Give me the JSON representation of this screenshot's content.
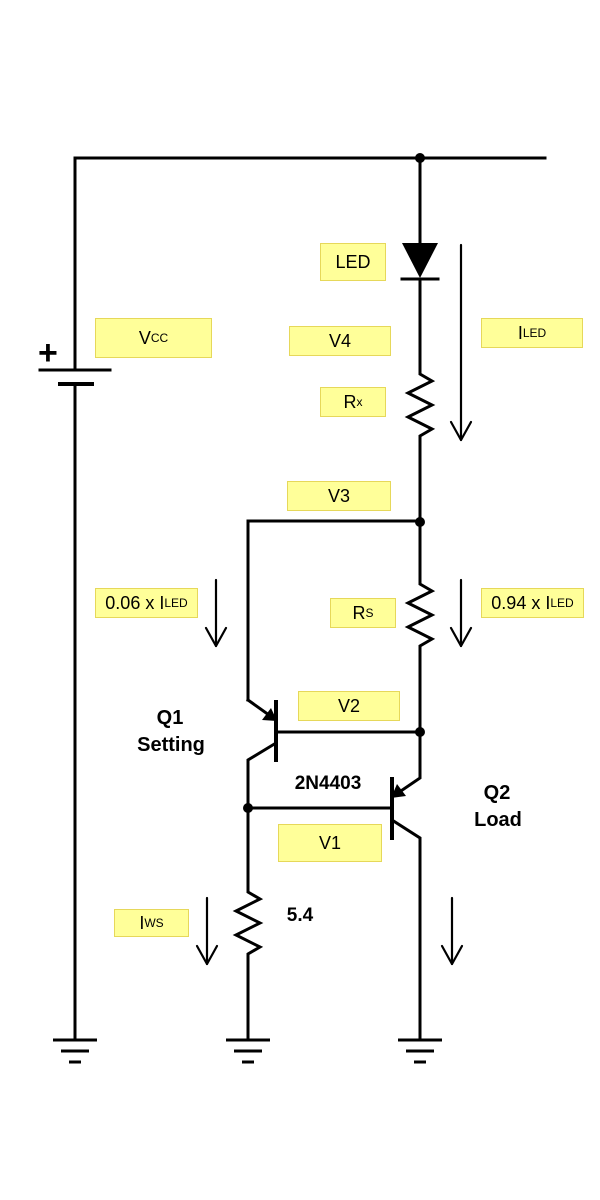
{
  "labels": {
    "led": "LED",
    "vcc_main": "V",
    "vcc_sub": "CC",
    "v4": "V4",
    "iled_main": "I",
    "iled_sub": "LED",
    "rx_main": "R",
    "rx_sub": "x",
    "v3": "V3",
    "i_q1_prefix": "0.06 x I",
    "i_q1_sub": "LED",
    "rs_main": "R",
    "rs_sub": "S",
    "i_rs_prefix": "0.94 x I",
    "i_rs_sub": "LED",
    "v2": "V2",
    "v1": "V1",
    "iws_main": "I",
    "iws_sub": "WS"
  },
  "text": {
    "q1_name": "Q1",
    "q1_role": "Setting",
    "q2_name": "Q2",
    "q2_role": "Load",
    "transistor_part": "2N4403",
    "resistor_value": "5.4",
    "battery_plus": "+"
  }
}
